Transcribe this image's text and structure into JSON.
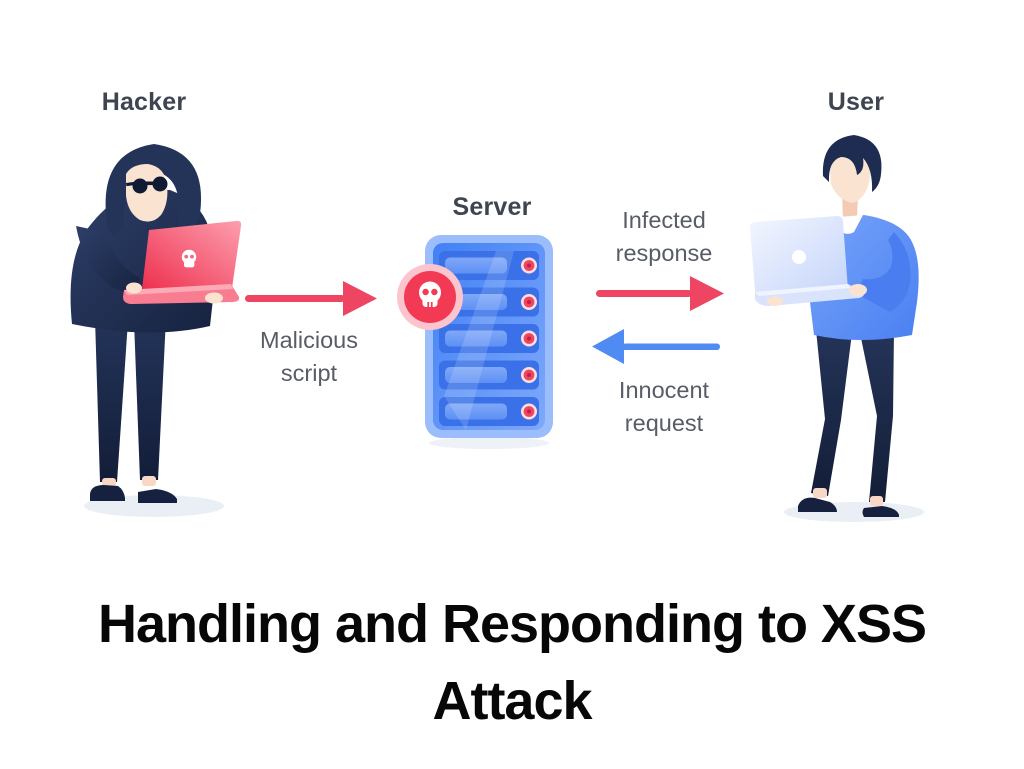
{
  "title": {
    "lines": [
      "Handling and Responding to XSS",
      "Attack"
    ]
  },
  "actors": {
    "hacker": {
      "label": "Hacker",
      "illustration": "hooded-hacker-typing-on-skull-laptop"
    },
    "server": {
      "label": "Server",
      "illustration": "blue-server-rack-with-skull-badge"
    },
    "user": {
      "label": "User",
      "illustration": "man-in-blue-sweater-holding-laptop"
    }
  },
  "flows": {
    "malicious": {
      "lines": [
        "Malicious",
        "script"
      ],
      "from": "hacker",
      "to": "server",
      "direction": "right",
      "color": "#ee4562"
    },
    "infected": {
      "lines": [
        "Infected",
        "response"
      ],
      "from": "server",
      "to": "user",
      "direction": "right",
      "color": "#ee4562"
    },
    "innocent": {
      "lines": [
        "Innocent",
        "request"
      ],
      "from": "user",
      "to": "server",
      "direction": "left",
      "color": "#4f8bf2"
    }
  },
  "icons": {
    "server_badge": "skull-icon",
    "hacker_laptop": "skull-icon",
    "user_laptop": "dot-logo"
  },
  "colors": {
    "arrow-red": "#ee4562",
    "arrow-blue": "#4f8bf2",
    "actor-label": "#3e4450",
    "flow-label": "#575c66",
    "title-text": "#070707",
    "background": "#ffffff"
  }
}
